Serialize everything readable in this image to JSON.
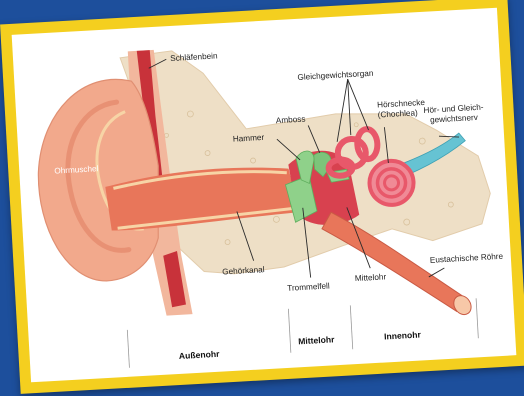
{
  "labels": {
    "schlaefenbein": "Schläfenbein",
    "gleichgewichtsorgan": "Gleichgewichtsorgan",
    "hoerschnecke_1": "Hörschnecke",
    "hoerschnecke_2": "(Chochlea)",
    "nerv_1": "Hör- und Gleich-",
    "nerv_2": "gewichtsnerv",
    "amboss": "Amboss",
    "hammer": "Hammer",
    "ohrmuschel": "Ohrmuschel",
    "gehoerkanal": "Gehörkanal",
    "trommelfell": "Trommelfell",
    "mittelohr": "Mittelohr",
    "eustachische_roehre": "Eustachische Röhre"
  },
  "sections": {
    "aussenohr": "Außenohr",
    "mittelohr": "Mittelohr",
    "innenohr": "Innenohr"
  },
  "colors": {
    "background": "#1d4f9c",
    "frame": "#f4cf1f",
    "skin": "#f2a98c",
    "bone": "#eedfc6",
    "canal": "#e8765a",
    "muscle": "#c8323a",
    "cochlea": "#e8586a",
    "nerve": "#66c3d3",
    "eardrum": "#8fd18a"
  }
}
